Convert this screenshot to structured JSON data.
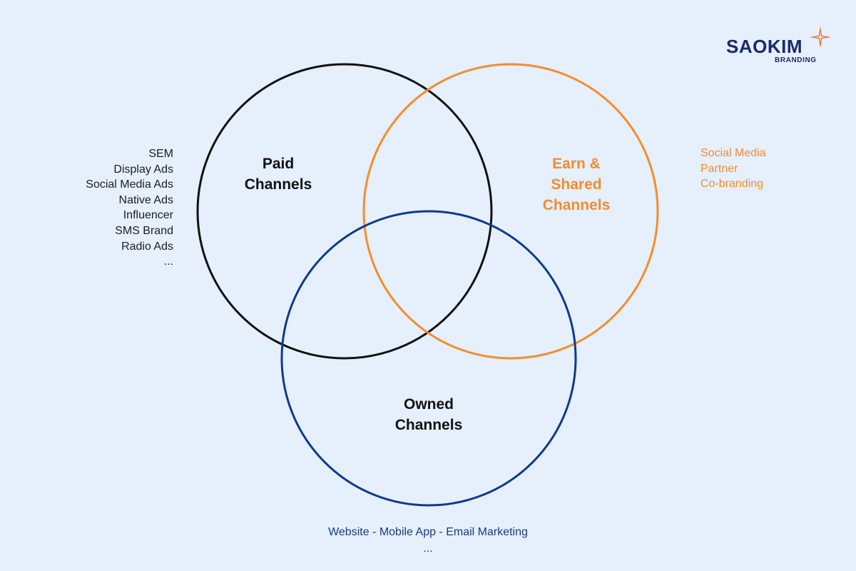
{
  "brand": {
    "name": "SAOKIM",
    "sub": "BRANDING",
    "primary_color": "#1b2a6b",
    "accent_color": "#f26a22"
  },
  "circles": {
    "paid": {
      "label": "Paid\nChannels",
      "color": "#111111"
    },
    "earned": {
      "label": "Earn &\nShared\nChannels",
      "color": "#f28e2b"
    },
    "owned": {
      "label": "Owned\nChannels",
      "color": "#0f3a8c"
    }
  },
  "paid_items": [
    "SEM",
    "Display Ads",
    "Social Media Ads",
    "Native Ads",
    "Influencer",
    "SMS Brand",
    "Radio Ads",
    "..."
  ],
  "earned_items": [
    "Social Media",
    "Partner",
    "Co-branding"
  ],
  "owned_items": {
    "line1": "Website - Mobile App - Email Marketing",
    "line2": "..."
  }
}
